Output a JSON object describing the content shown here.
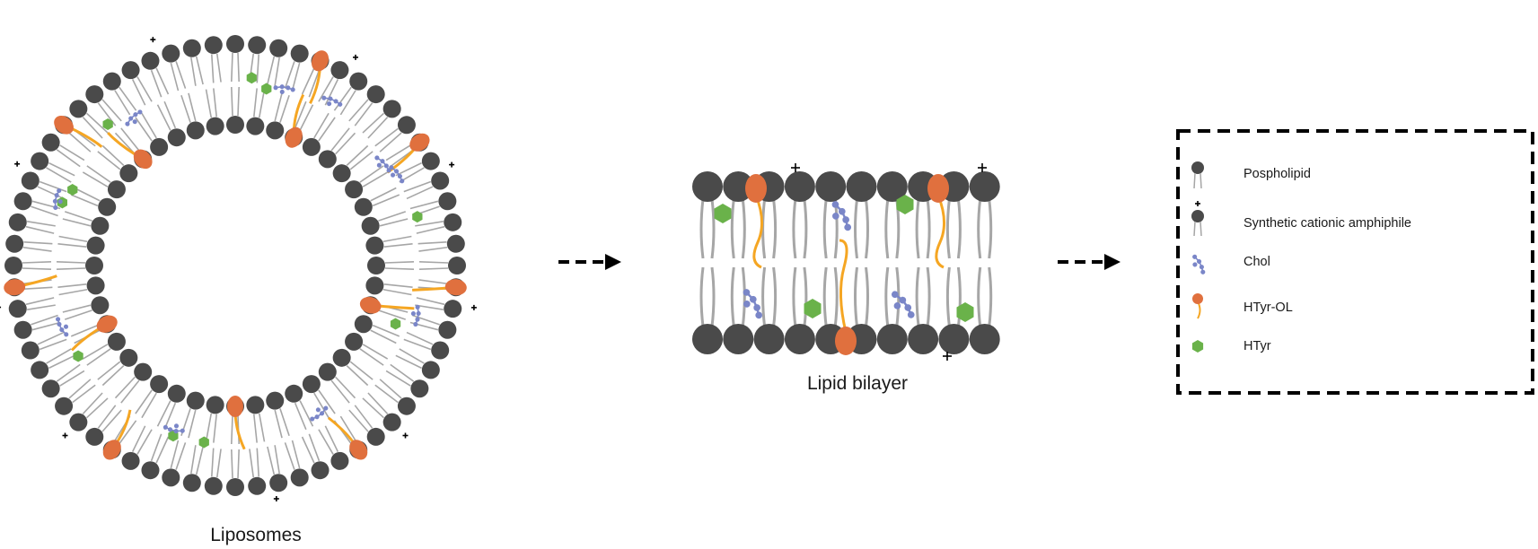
{
  "labels": {
    "liposomes": "Liposomes",
    "lipid_bilayer": "Lipid bilayer"
  },
  "legend": {
    "items": [
      {
        "label": "Pospholipid",
        "icon": "phospholipid-icon"
      },
      {
        "label": "Synthetic cationic amphiphile",
        "icon": "cationic-amphiphile-icon"
      },
      {
        "label": "Chol",
        "icon": "cholesterol-icon"
      },
      {
        "label": "HTyr-OL",
        "icon": "htyr-ol-icon"
      },
      {
        "label": "HTyr",
        "icon": "htyr-icon"
      }
    ]
  },
  "colors": {
    "head": "#4a4a4a",
    "tail": "#a6a6a6",
    "orange_head": "#e0703e",
    "orange_tail": "#f5a623",
    "chol": "#7a86c8",
    "htyr": "#6ab24a",
    "border": "#000000"
  }
}
